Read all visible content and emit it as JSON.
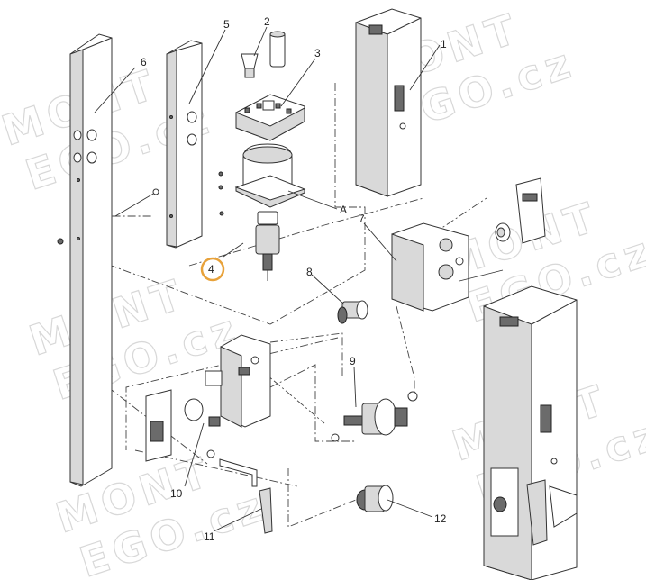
{
  "diagram": {
    "callouts": [
      {
        "id": "1",
        "text": "1"
      },
      {
        "id": "2",
        "text": "2"
      },
      {
        "id": "3",
        "text": "3"
      },
      {
        "id": "4",
        "text": "4"
      },
      {
        "id": "5",
        "text": "5"
      },
      {
        "id": "6",
        "text": "6"
      },
      {
        "id": "7",
        "text": "7"
      },
      {
        "id": "8",
        "text": "8"
      },
      {
        "id": "9",
        "text": "9"
      },
      {
        "id": "10",
        "text": "10"
      },
      {
        "id": "11",
        "text": "11"
      },
      {
        "id": "12",
        "text": "12"
      },
      {
        "id": "A",
        "text": "A"
      }
    ],
    "highlighted_callout": "4",
    "highlight_color": "#e8a23a",
    "watermark_lines": [
      "MONT",
      "EGO.cz"
    ]
  }
}
